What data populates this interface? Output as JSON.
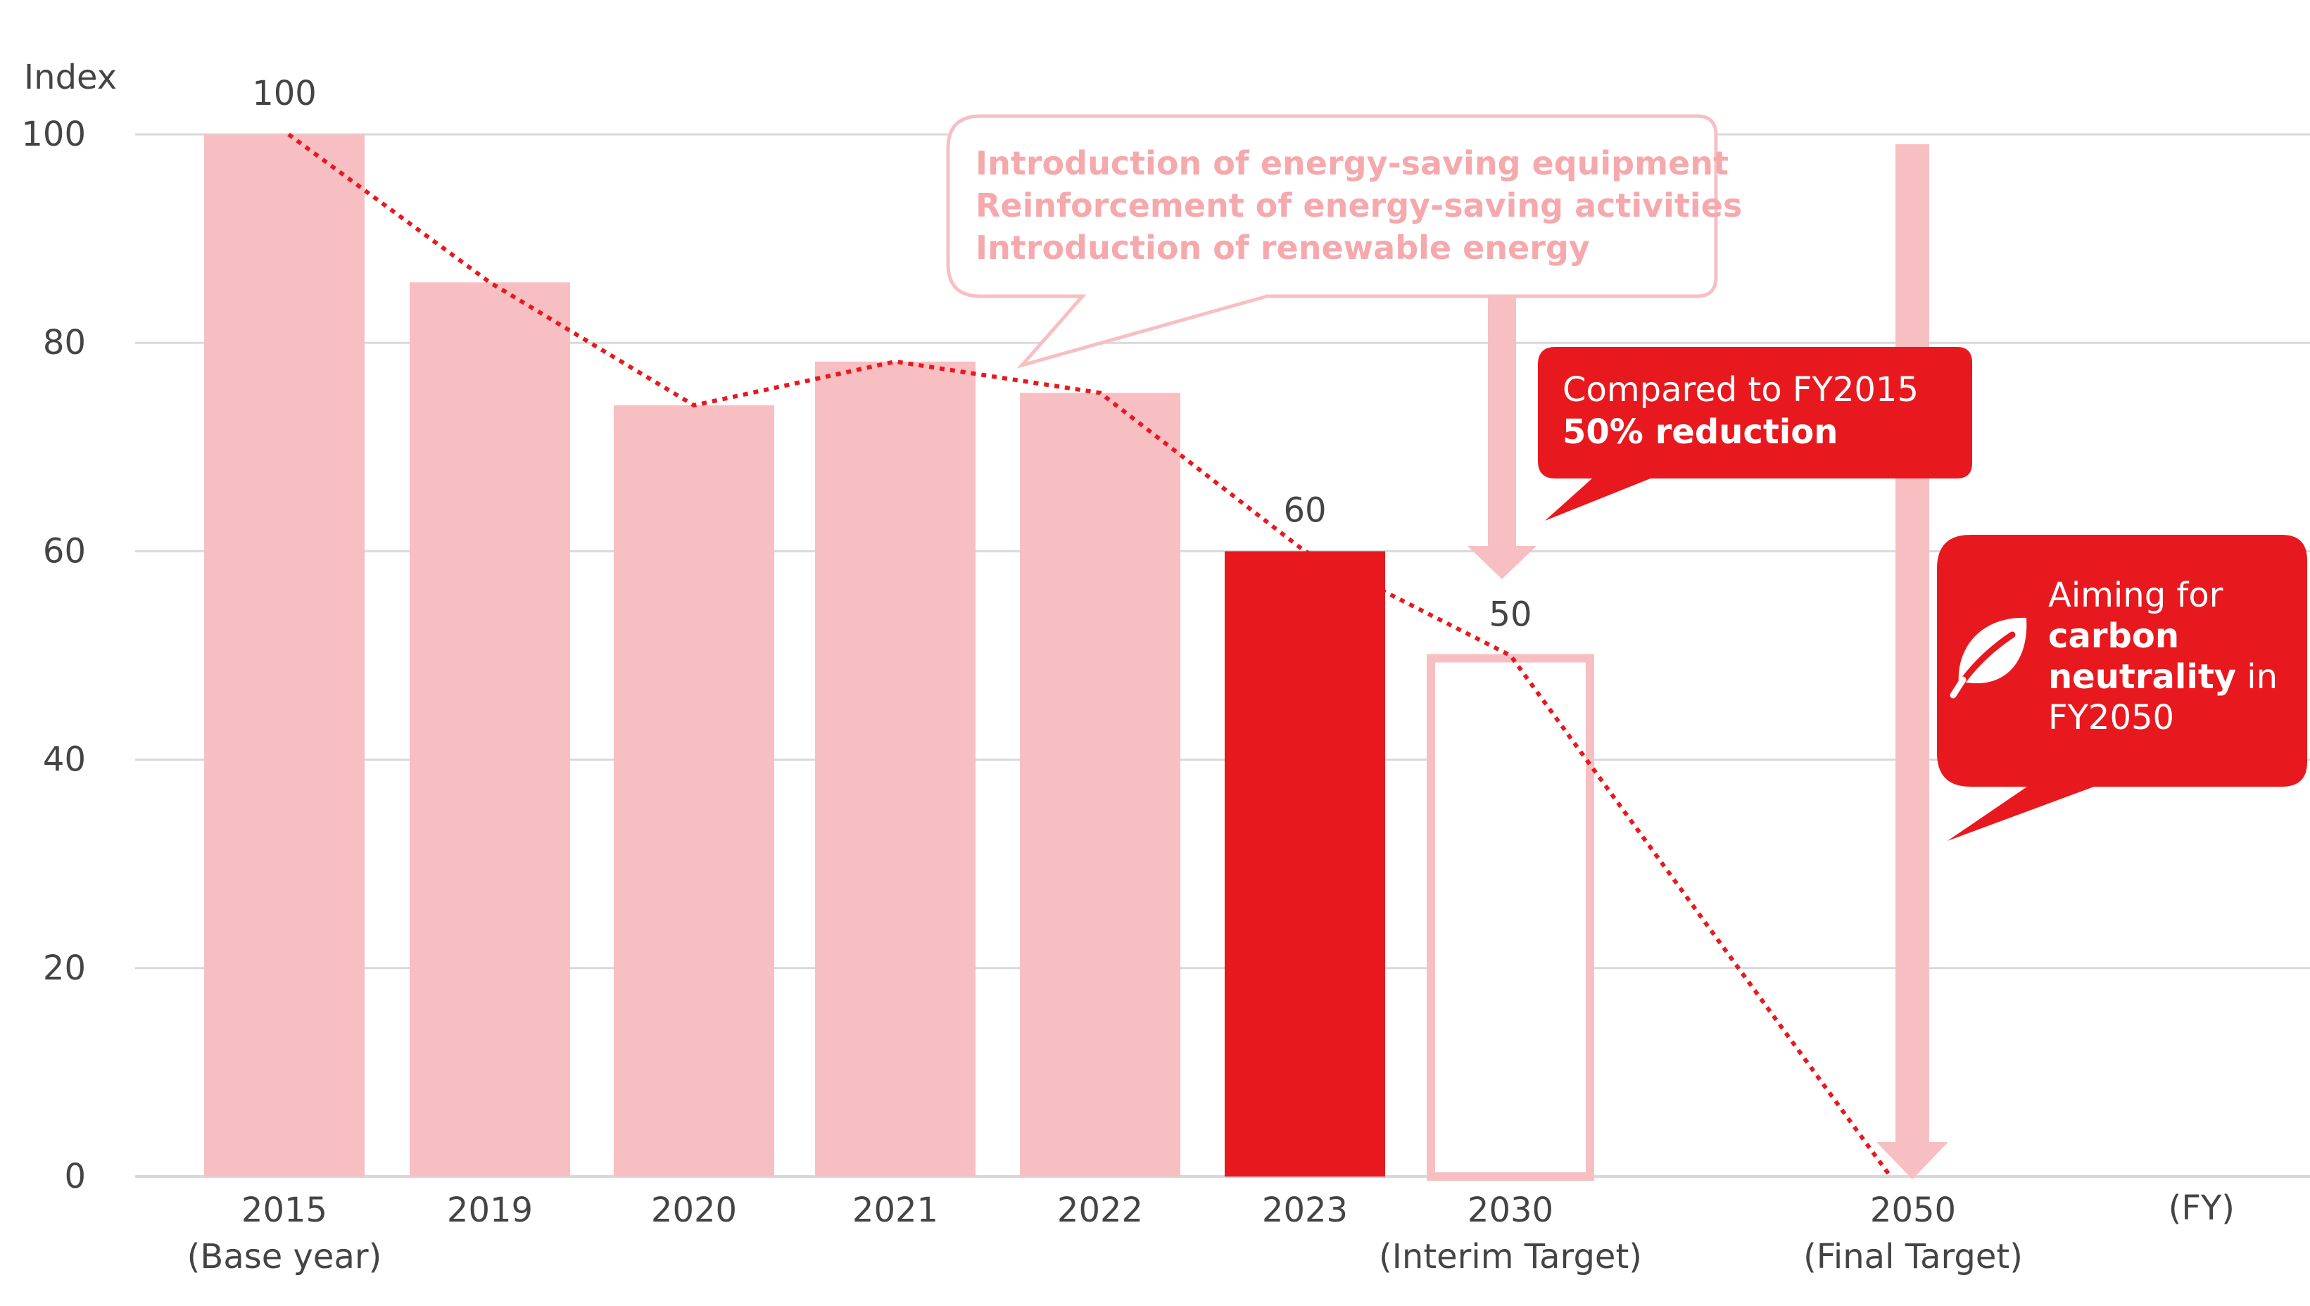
{
  "chart_data": {
    "type": "bar",
    "ylabel": "Index",
    "xunit": "(FY)",
    "ylim": [
      0,
      100
    ],
    "yticks": [
      0,
      20,
      40,
      60,
      80,
      100
    ],
    "grid": true,
    "categories": [
      {
        "year": "2015",
        "sub": "(Base year)"
      },
      {
        "year": "2019",
        "sub": ""
      },
      {
        "year": "2020",
        "sub": ""
      },
      {
        "year": "2021",
        "sub": ""
      },
      {
        "year": "2022",
        "sub": ""
      },
      {
        "year": "2023",
        "sub": ""
      },
      {
        "year": "2030",
        "sub": "(Interim Target)"
      },
      {
        "year": "2050",
        "sub": "(Final Target)"
      }
    ],
    "values": [
      100,
      85.8,
      74,
      78.2,
      75.2,
      60,
      50,
      0
    ],
    "bar_styles": [
      "past",
      "past",
      "past",
      "past",
      "past",
      "current",
      "target",
      "none"
    ],
    "data_labels": [
      "100",
      "",
      "",
      "",
      "",
      "60",
      "50",
      ""
    ],
    "trend_line": [
      100,
      85.8,
      74,
      78.2,
      75.2,
      60,
      50,
      0
    ],
    "colors": {
      "past": "#f8bfc2",
      "current": "#e8191e",
      "target_outline": "#f8bfc2",
      "trend": "#e8191e",
      "grid": "#d9d9d9",
      "callout_light_text": "#f5a9ad",
      "callout_red": "#e8191e"
    },
    "annotations": {
      "measures": [
        "Introduction of energy-saving equipment",
        "Reinforcement of energy-saving activities",
        "Introduction of renewable energy"
      ],
      "interim_line1": "Compared to FY2015",
      "interim_line2": "50% reduction",
      "final_line1": "Aiming for",
      "final_line2": "carbon",
      "final_line3_bold": "neutrality",
      "final_line3_rest": " in",
      "final_line4": "FY2050",
      "final_icon": "leaf-icon"
    }
  }
}
